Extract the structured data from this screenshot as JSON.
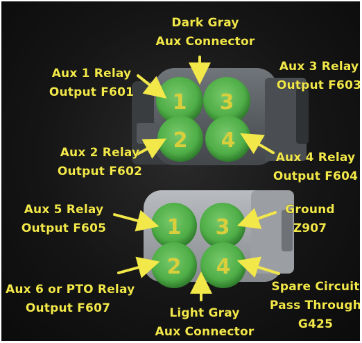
{
  "labels": {
    "top_connector": [
      "Dark Gray",
      "Aux Connector"
    ],
    "bottom_connector": [
      "Light Gray",
      "Aux Connector"
    ],
    "aux1": [
      "Aux 1 Relay",
      "Output F601"
    ],
    "aux2": [
      "Aux 2 Relay",
      "Output F602"
    ],
    "aux3": [
      "Aux 3 Relay",
      "Output F603"
    ],
    "aux4": [
      "Aux 4 Relay",
      "Output F604"
    ],
    "aux5": [
      "Aux 5 Relay",
      "Output F605"
    ],
    "aux6": [
      "Aux 6 or PTO Relay",
      "Output F607"
    ],
    "ground": [
      "Ground",
      "Z907"
    ],
    "spare": [
      "Spare Circuit",
      "Pass Through",
      "G425"
    ]
  },
  "pins": {
    "top": [
      "1",
      "3",
      "2",
      "4"
    ],
    "bottom": [
      "1",
      "3",
      "2",
      "4"
    ]
  },
  "colors": {
    "label": "#f2e84a",
    "pin_green": "#55b34d",
    "pin_text": "#d9cf3c",
    "top_housing": "#5b5f63",
    "bottom_housing": "#9a9ea2"
  }
}
